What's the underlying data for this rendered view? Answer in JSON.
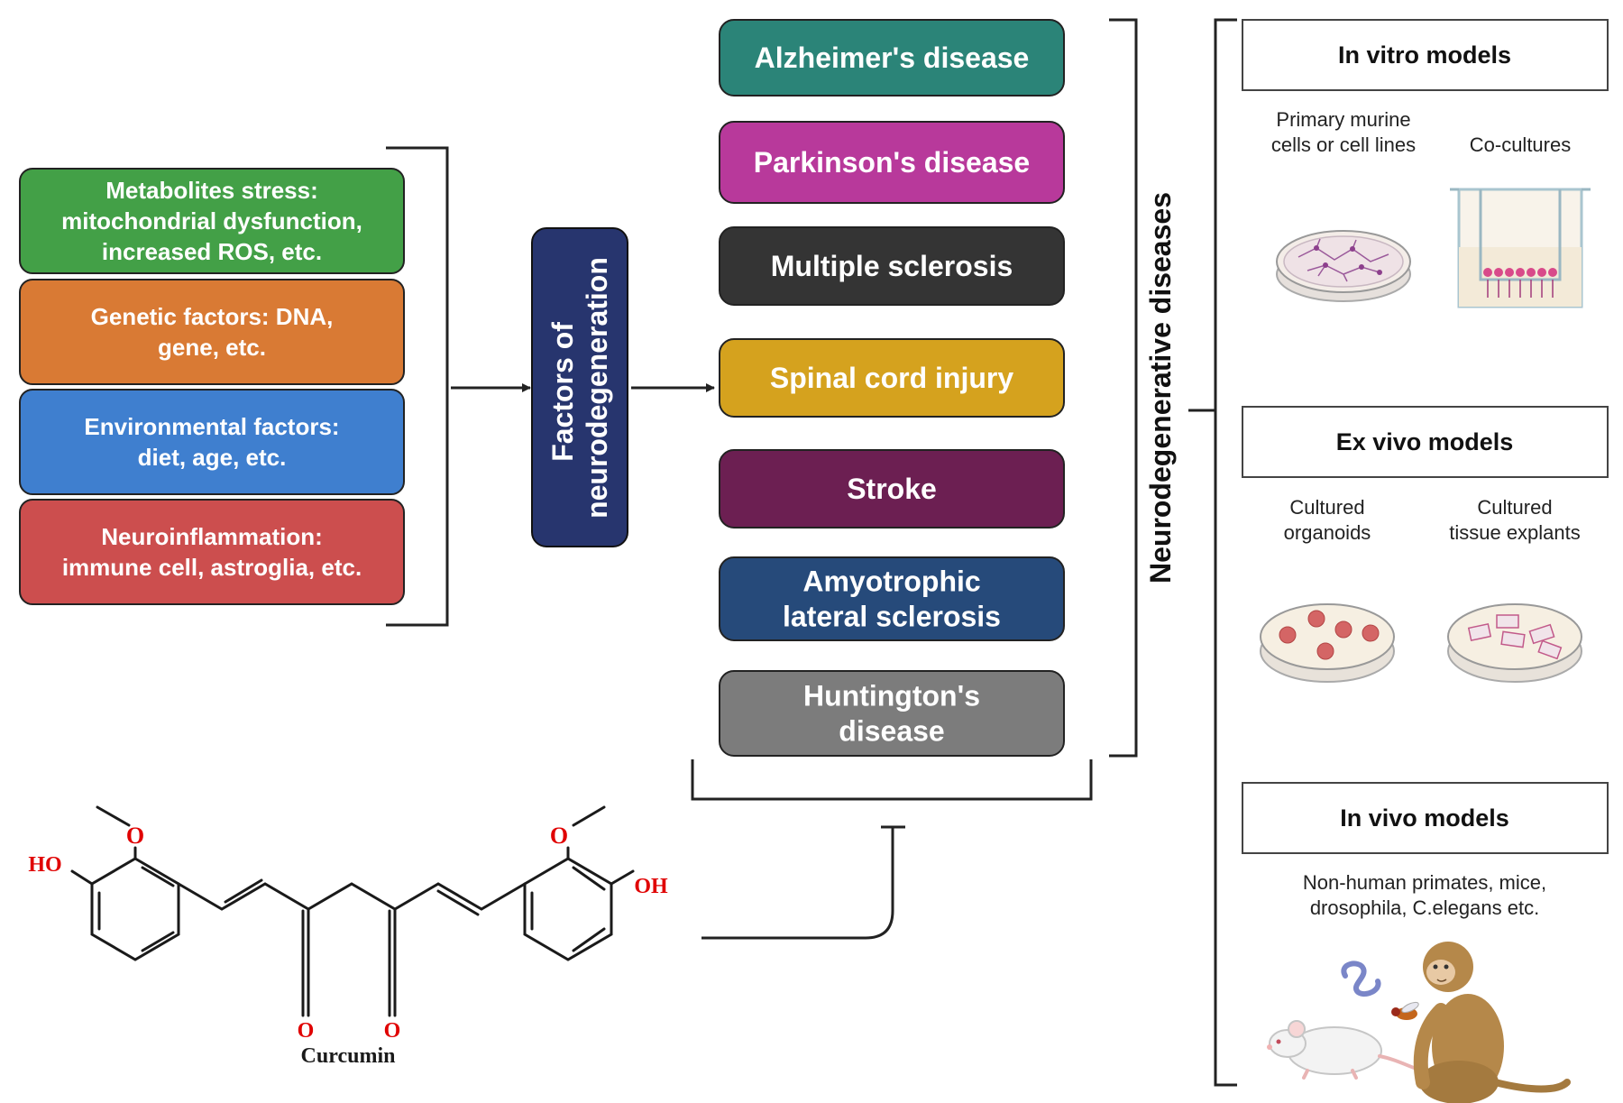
{
  "factors": [
    {
      "lines": [
        "Metabolites stress:",
        "mitochondrial dysfunction,",
        "increased ROS, etc."
      ],
      "color": "#43a047"
    },
    {
      "lines": [
        "Genetic factors: DNA,",
        "gene, etc."
      ],
      "color": "#d97a34"
    },
    {
      "lines": [
        "Environmental factors:",
        "diet, age, etc."
      ],
      "color": "#3f7fcf"
    },
    {
      "lines": [
        "Neuroinflammation:",
        "immune cell, astroglia, etc."
      ],
      "color": "#cc4e4e"
    }
  ],
  "center_label": [
    "Factors of",
    "neurodegeneration"
  ],
  "center_color": "#27356e",
  "diseases": [
    {
      "lines": [
        "Alzheimer's disease"
      ],
      "color": "#2b8478"
    },
    {
      "lines": [
        "Parkinson's   disease"
      ],
      "color": "#b8399b"
    },
    {
      "lines": [
        "Multiple   sclerosis"
      ],
      "color": "#343434"
    },
    {
      "lines": [
        "Spinal   cord injury"
      ],
      "color": "#d5a21e"
    },
    {
      "lines": [
        "Stroke"
      ],
      "color": "#6c1f52"
    },
    {
      "lines": [
        "Amyotrophic",
        "lateral sclerosis"
      ],
      "color": "#264a7a"
    },
    {
      "lines": [
        "Huntington's",
        "disease"
      ],
      "color": "#7c7c7c"
    }
  ],
  "group_label": "Neurodegenerative diseases",
  "models": [
    {
      "title": "In vitro models",
      "items": [
        {
          "lines": [
            "Primary murine",
            "cells or cell lines"
          ],
          "icon": "petri-dish-neurons-icon"
        },
        {
          "lines": [
            "Co-cultures"
          ],
          "icon": "transwell-coculture-icon"
        }
      ]
    },
    {
      "title": "Ex vivo models",
      "items": [
        {
          "lines": [
            "Cultured",
            "organoids"
          ],
          "icon": "petri-dish-organoids-icon"
        },
        {
          "lines": [
            "Cultured",
            "tissue explants"
          ],
          "icon": "petri-dish-explants-icon"
        }
      ]
    },
    {
      "title": "In vivo models",
      "items": [
        {
          "lines": [
            "Non-human primates, mice,",
            "drosophila, C.elegans etc."
          ],
          "icon": "animal-models-icon"
        }
      ]
    }
  ],
  "curcumin": {
    "name": "Curcumin",
    "atoms": {
      "ho": "HO",
      "oh": "OH",
      "o_methoxy_left": "O",
      "o_methoxy_right": "O",
      "o_keto_left": "O",
      "o_keto_right": "O"
    },
    "atom_color": "#e00000"
  }
}
